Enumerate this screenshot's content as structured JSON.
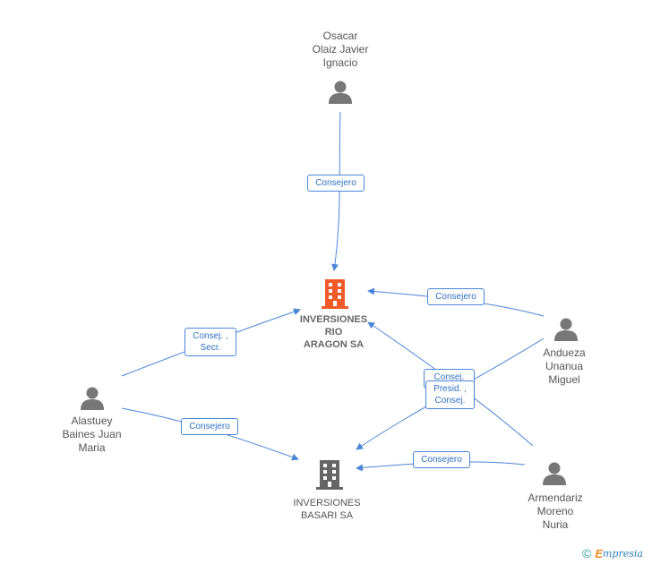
{
  "nodes": {
    "osacar": "Osacar\nOlaiz Javier\nIgnacio",
    "andueza": "Andueza\nUnanua\nMiguel",
    "alastuey": "Alastuey\nBaines Juan\nMaria",
    "armendariz": "Armendariz\nMoreno\nNuria",
    "rio_aragon": "INVERSIONES\nRIO\nARAGON SA",
    "basari": "INVERSIONES\nBASARI SA"
  },
  "edges": {
    "osacar_rio": "Consejero",
    "andueza_rio": "Consejero",
    "alastuey_rio": "Consej. ,\nSecr.",
    "alastuey_basari": "Consejero",
    "armendariz_basari": "Consejero",
    "armendariz_rio": "Consej.",
    "andueza_basari": "Presid. ,\nConsej."
  },
  "colors": {
    "main_company": "#f05a28",
    "company": "#666666",
    "person": "#777777",
    "edge": "#4a86d8"
  },
  "footer": {
    "copyright": "©",
    "brand_first": "E",
    "brand_rest": "mpresia"
  }
}
